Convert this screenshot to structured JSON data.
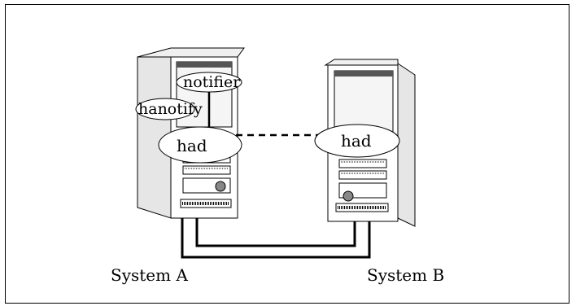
{
  "diagram": {
    "systems": [
      {
        "label": "System A"
      },
      {
        "label": "System B"
      }
    ],
    "processes": {
      "notifier": "notifier",
      "hanotify": "hanotify",
      "had_a": "had",
      "had_b": "had"
    },
    "colors": {
      "line": "#000000",
      "server_front": "#ffffff",
      "server_side": "#e6e6e6",
      "panel": "#f2f2f2",
      "dark": "#555555"
    }
  }
}
